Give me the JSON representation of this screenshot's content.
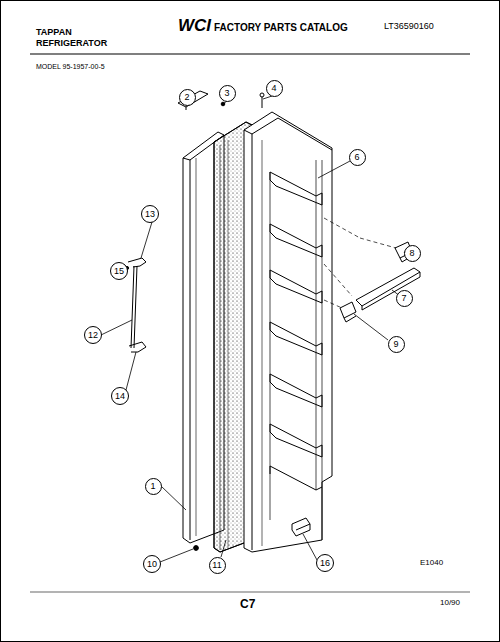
{
  "diagram": {
    "nodes": [
      {
        "text": [
          "2"
        ]
      },
      {
        "text": [
          "3"
        ]
      },
      {
        "text": [
          "4"
        ]
      },
      {
        "text": [
          "6"
        ]
      },
      {
        "text": [
          "13"
        ]
      },
      {
        "text": [
          "8"
        ]
      },
      {
        "text": [
          "15"
        ]
      },
      {
        "text": [
          "7"
        ]
      },
      {
        "text": [
          "12"
        ]
      },
      {
        "text": [
          "9"
        ]
      },
      {
        "text": [
          "14"
        ]
      },
      {
        "text": [
          "1"
        ]
      },
      {
        "text": [
          "10"
        ]
      },
      {
        "text": [
          "11"
        ]
      },
      {
        "text": [
          "16"
        ]
      }
    ],
    "labels": [
      "TAPPAN",
      "REFRIGERATOR",
      "WCI",
      "FACTORY PARTS CATALOG",
      "LT36590160",
      "MODEL 95-1957-00-5",
      "E1040",
      "C7",
      "10/90"
    ]
  }
}
